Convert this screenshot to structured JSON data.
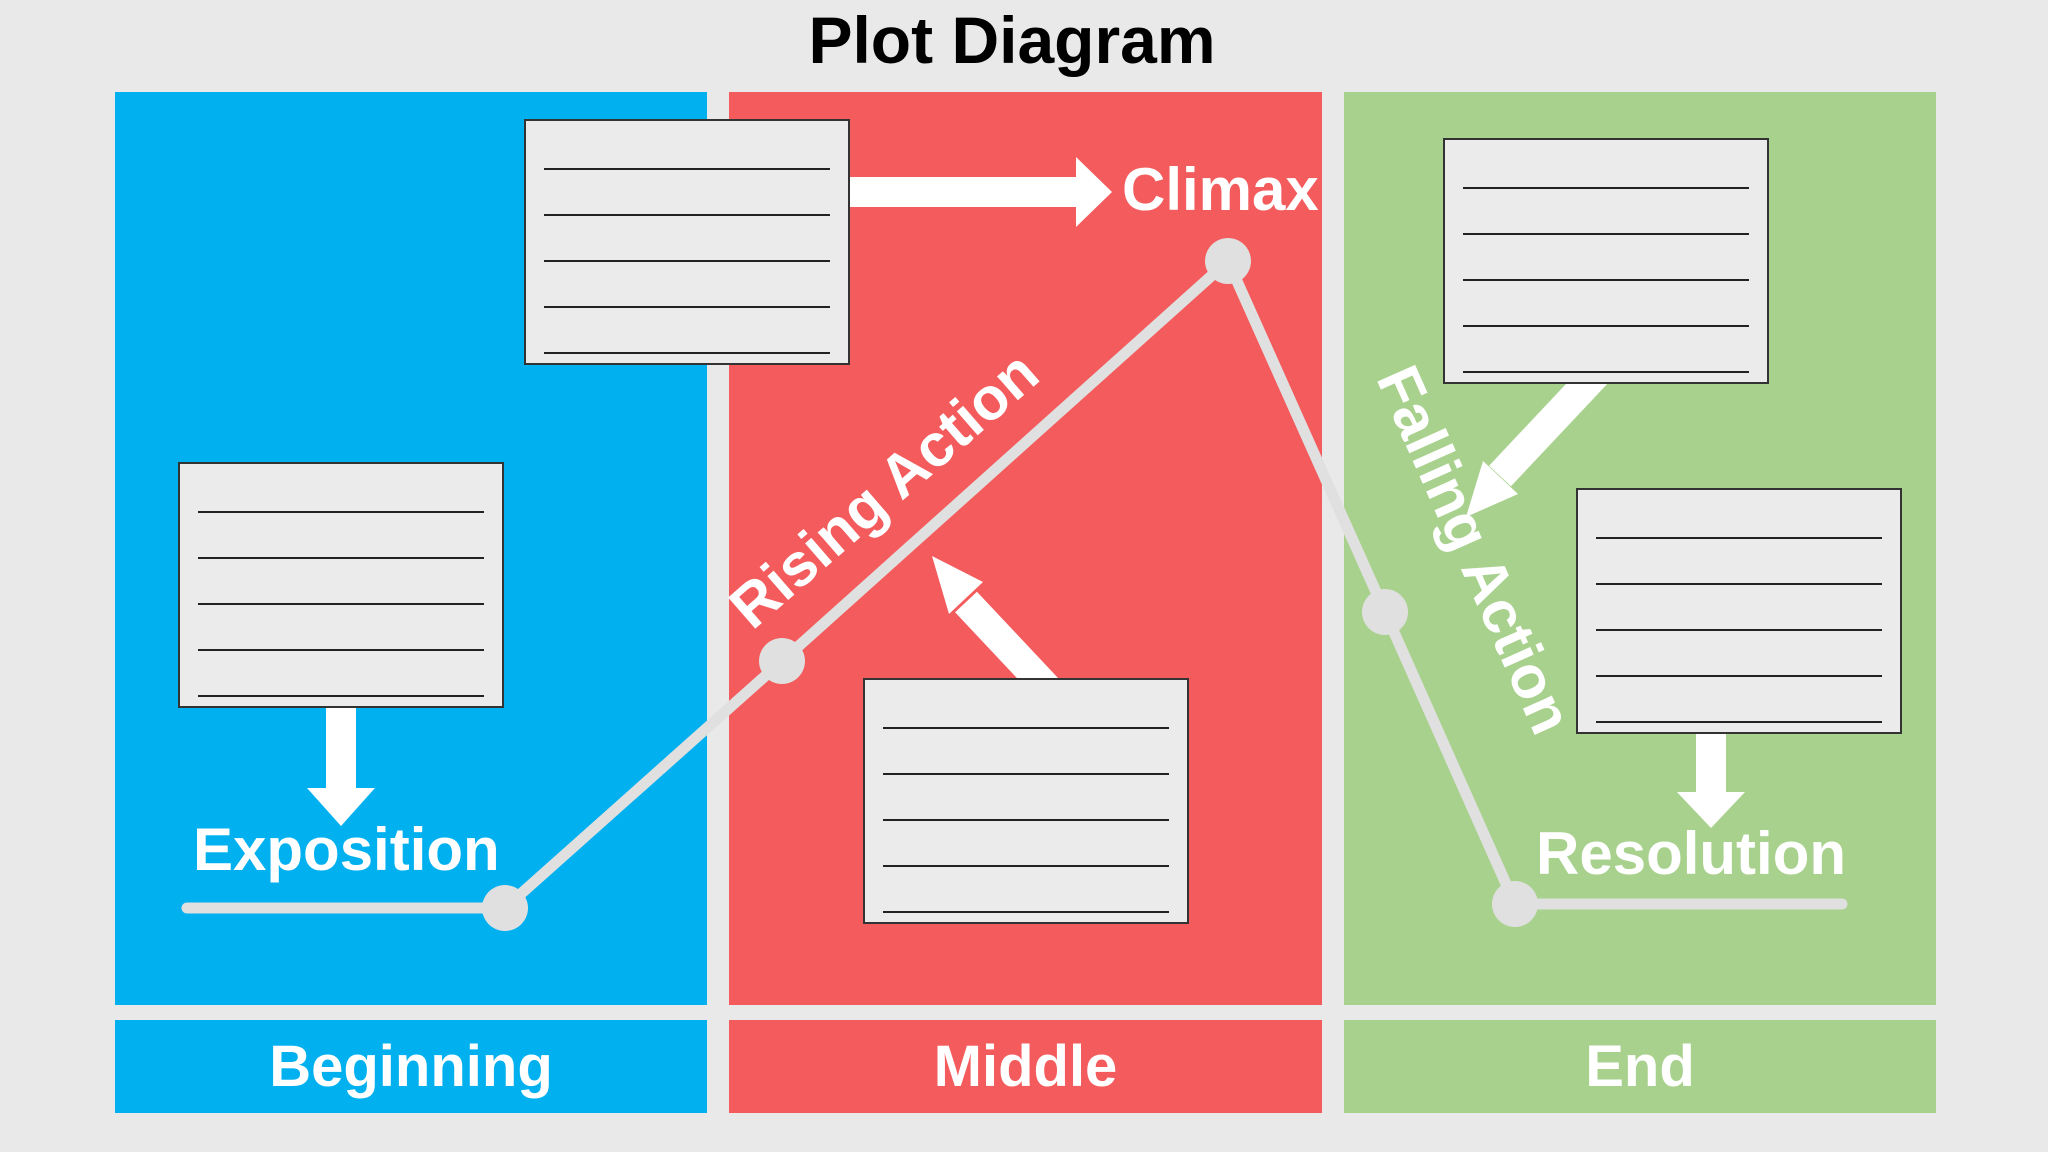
{
  "title": "Plot Diagram",
  "sections": [
    {
      "label": "Beginning",
      "color": "#00b0ef"
    },
    {
      "label": "Middle",
      "color": "#f45b5c"
    },
    {
      "label": "End",
      "color": "#a9d18e"
    }
  ],
  "plot_points": {
    "exposition": "Exposition",
    "rising_action": "Rising Action",
    "climax": "Climax",
    "falling_action": "Falling Action",
    "resolution": "Resolution"
  },
  "note_boxes": [
    "exposition",
    "rising-action",
    "climax",
    "falling-action",
    "resolution"
  ],
  "colors": {
    "background": "#e9e9e9",
    "line": "#e0e0e0",
    "box_fill": "#ebebeb"
  }
}
